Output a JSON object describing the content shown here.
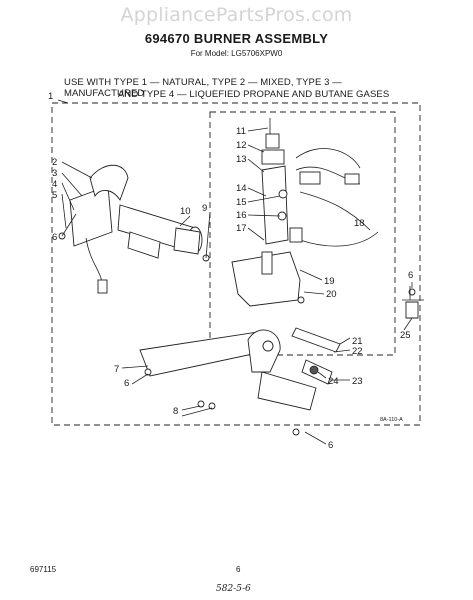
{
  "watermark": "AppliancePartsPros.com",
  "title": "694670 BURNER ASSEMBLY",
  "model": "For Model: LG5706XPW0",
  "note_line1": "USE WITH TYPE 1 — NATURAL, TYPE 2 — MIXED, TYPE 3 — MANUFACTURED",
  "note_line2": "AND TYPE 4 — LIQUEFIED PROPANE AND BUTANE GASES",
  "callouts": [
    "1",
    "2",
    "3",
    "4",
    "5",
    "6",
    "7",
    "8",
    "6",
    "9",
    "10",
    "11",
    "12",
    "13",
    "14",
    "15",
    "16",
    "17",
    "18",
    "19",
    "20",
    "21",
    "22",
    "23",
    "24",
    "25",
    "6",
    "6"
  ],
  "diagram_code": "8A-110-A",
  "footer_left": "697115",
  "footer_page": "6",
  "footer_handwritten": "582-5-6"
}
